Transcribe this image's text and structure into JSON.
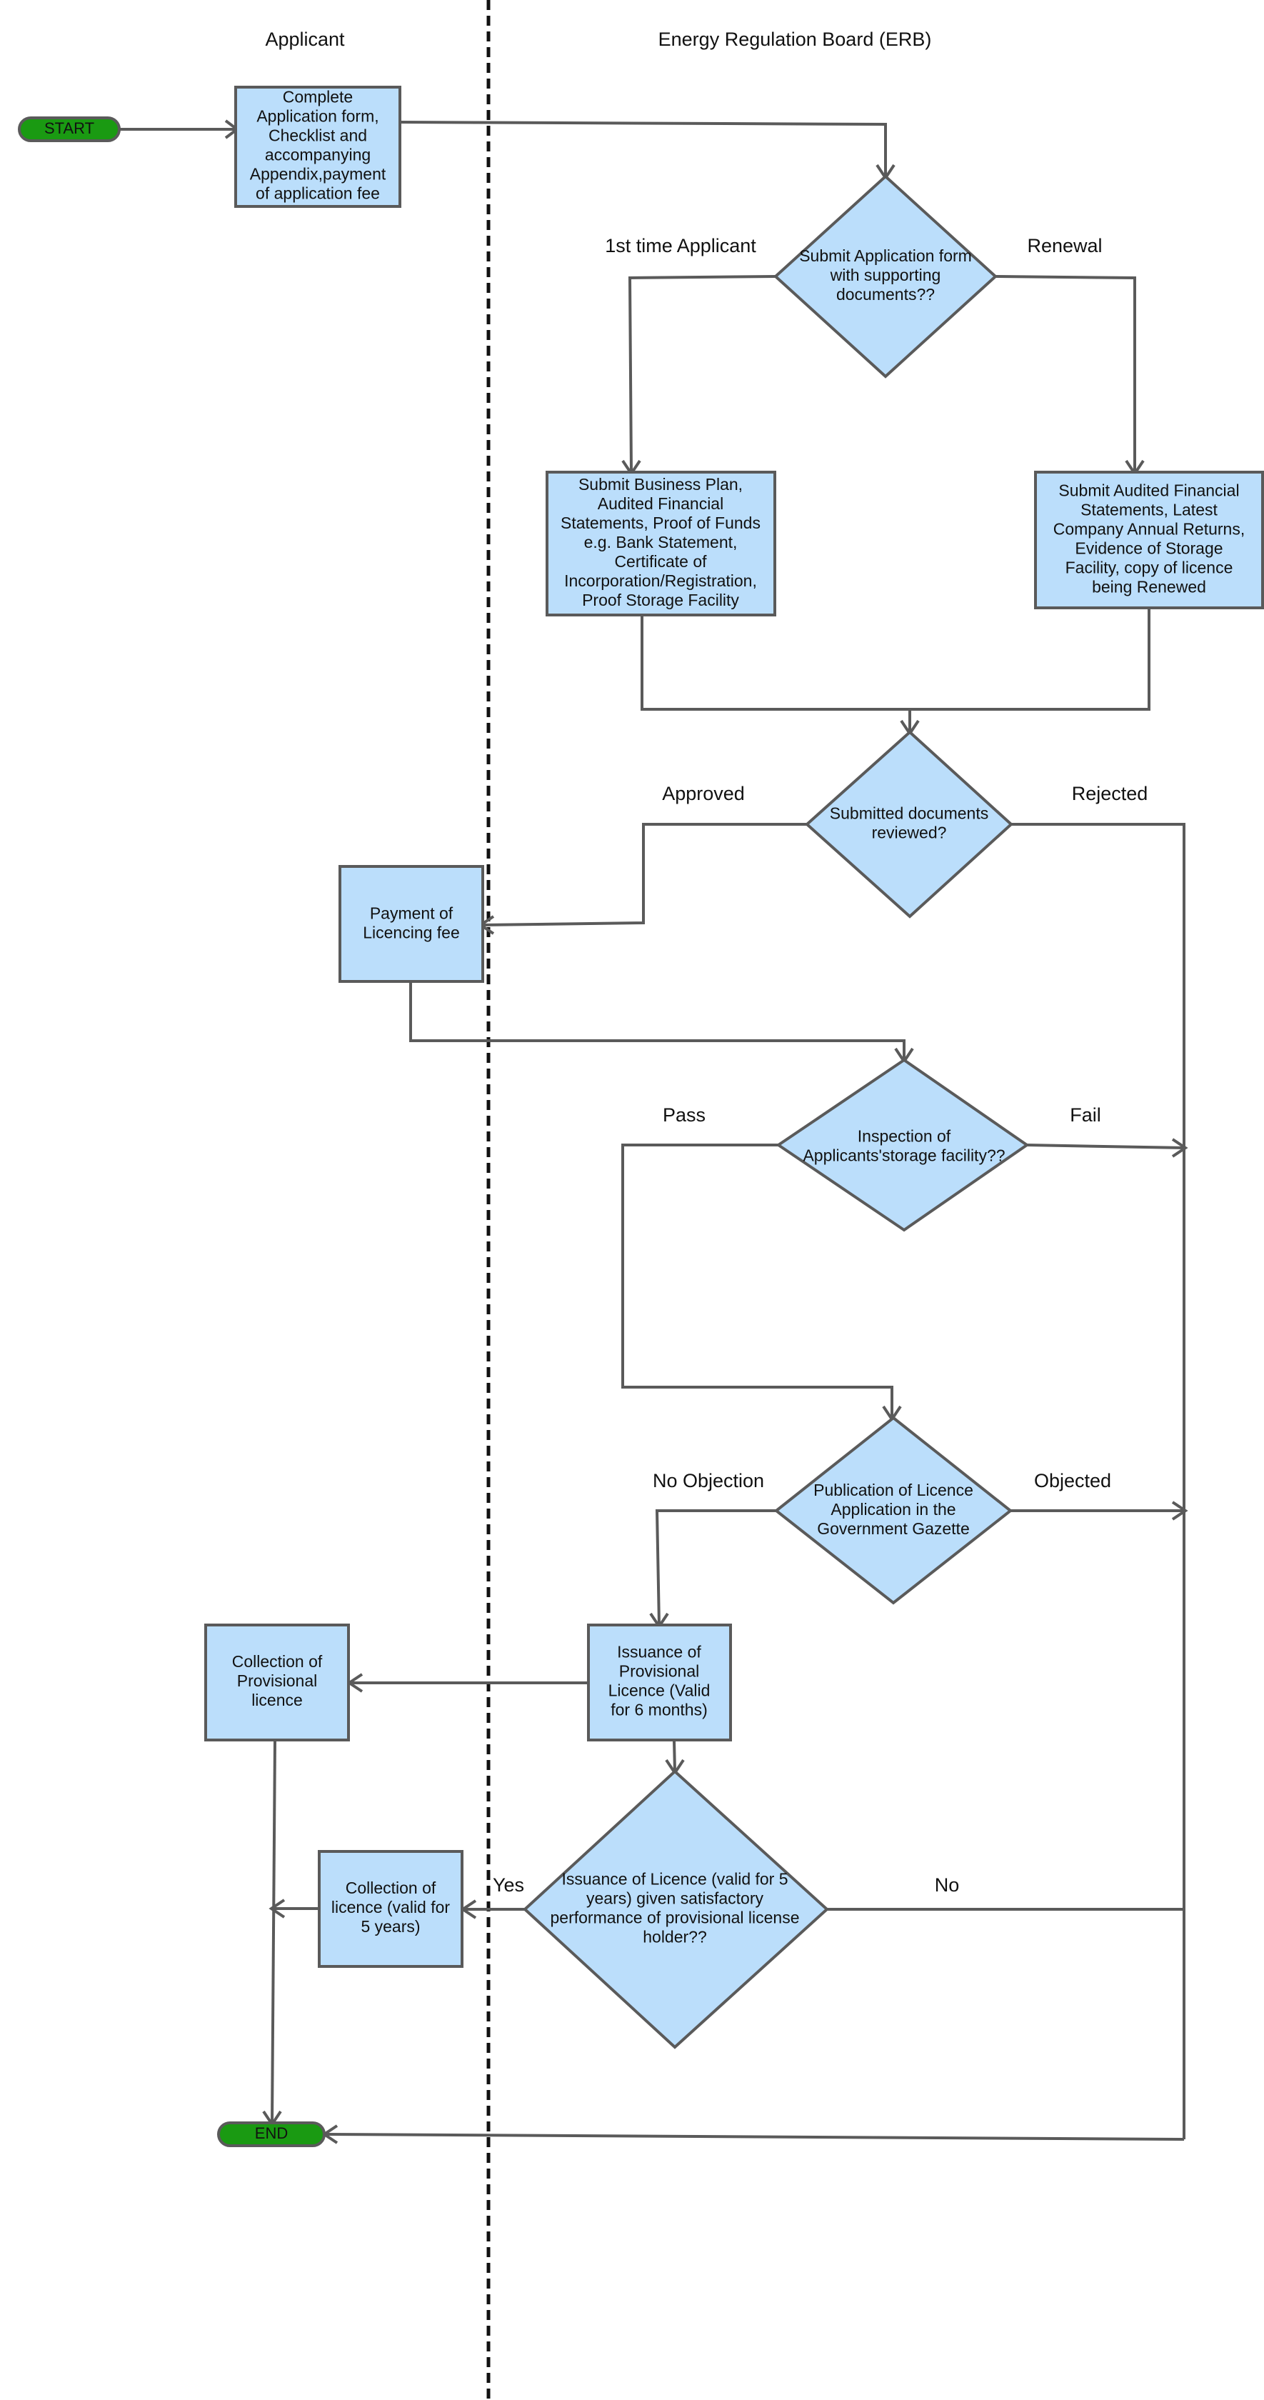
{
  "lanes": {
    "applicant": "Applicant",
    "erb": "Energy Regulation Board (ERB)"
  },
  "nodes": {
    "start": [
      "START"
    ],
    "complete_application": [
      "Complete",
      "Application form,",
      "Checklist and",
      "accompanying",
      "Appendix,payment",
      "of application fee"
    ],
    "submit_decision": [
      "Submit Application form",
      "with supporting",
      "documents??"
    ],
    "first_time_docs": [
      "Submit Business Plan,",
      "Audited Financial",
      "Statements, Proof of Funds",
      "e.g. Bank Statement,",
      "Certificate of",
      "Incorporation/Registration,",
      "Proof Storage Facility"
    ],
    "renewal_docs": [
      "Submit Audited Financial",
      "Statements, Latest",
      "Company Annual Returns,",
      "Evidence of Storage",
      "Facility, copy of licence",
      "being Renewed"
    ],
    "review_decision": [
      "Submitted documents",
      "reviewed?"
    ],
    "payment_fee": [
      "Payment of",
      "Licencing fee"
    ],
    "inspection_decision": [
      "Inspection of",
      "Applicants'storage facility??"
    ],
    "publication_decision": [
      "Publication of Licence",
      "Application in the",
      "Government Gazette"
    ],
    "provisional_issuance": [
      "Issuance of",
      "Provisional",
      "Licence (Valid",
      "for 6 months)"
    ],
    "collect_provisional": [
      "Collection of",
      "Provisional",
      "licence"
    ],
    "licence_decision": [
      "Issuance of Licence (valid for 5",
      "years) given satisfactory",
      "performance of provisional license",
      "holder??"
    ],
    "collect_licence": [
      "Collection of",
      "licence (valid for",
      "5 years)"
    ],
    "end": [
      "END"
    ]
  },
  "edge_labels": {
    "first_time": "1st time Applicant",
    "renewal": "Renewal",
    "approved": "Approved",
    "rejected": "Rejected",
    "pass": "Pass",
    "fail": "Fail",
    "no_objection": "No Objection",
    "objected": "Objected",
    "yes": "Yes",
    "no": "No"
  },
  "colors": {
    "node_fill": "#bbdefb",
    "terminal_fill": "#1a9a12",
    "stroke": "#5a5a5a",
    "divider": "#111111"
  }
}
